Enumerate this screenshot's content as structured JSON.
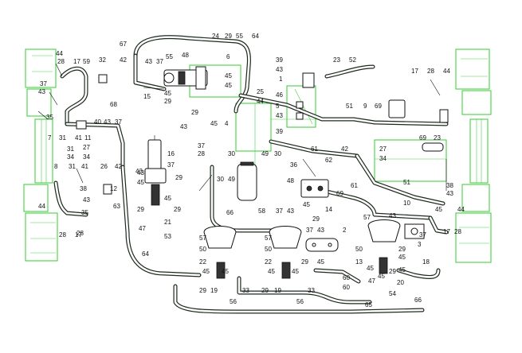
{
  "callouts": [
    "44",
    "28",
    "17",
    "59",
    "42",
    "37",
    "43",
    "35",
    "32",
    "68",
    "67",
    "43",
    "55",
    "48",
    "37",
    "24",
    "29",
    "55",
    "64",
    "6",
    "45",
    "15",
    "45",
    "29",
    "45",
    "29",
    "39",
    "43",
    "1",
    "46",
    "23",
    "52",
    "17",
    "28",
    "44",
    "25",
    "44",
    "5",
    "43",
    "39",
    "51",
    "9",
    "69",
    "31",
    "7",
    "40",
    "11",
    "43",
    "37",
    "27",
    "34",
    "26",
    "42",
    "16",
    "37",
    "43",
    "37",
    "4",
    "61",
    "42",
    "62",
    "27",
    "34",
    "69",
    "23",
    "51",
    "8",
    "31",
    "41",
    "38",
    "43",
    "35",
    "12",
    "63",
    "45",
    "43",
    "29",
    "29",
    "45",
    "29",
    "21",
    "47",
    "53",
    "30",
    "49",
    "30",
    "28",
    "49",
    "30",
    "58",
    "36",
    "48",
    "69",
    "61",
    "10",
    "66",
    "37",
    "43",
    "14",
    "45",
    "29",
    "44",
    "17",
    "28",
    "43",
    "38",
    "45",
    "34",
    "17",
    "28",
    "57",
    "50",
    "22",
    "45",
    "19",
    "56",
    "29",
    "33",
    "64",
    "57",
    "50",
    "22",
    "45",
    "19",
    "56",
    "29",
    "33",
    "37",
    "43",
    "2",
    "57",
    "50",
    "13",
    "45",
    "47",
    "45",
    "29",
    "54",
    "43",
    "37",
    "3",
    "18",
    "20",
    "60",
    "65",
    "66",
    "45",
    "29",
    "45",
    "31",
    "41",
    "43",
    "45",
    "45",
    "45",
    "28",
    "44",
    "29",
    "45",
    "60"
  ]
}
